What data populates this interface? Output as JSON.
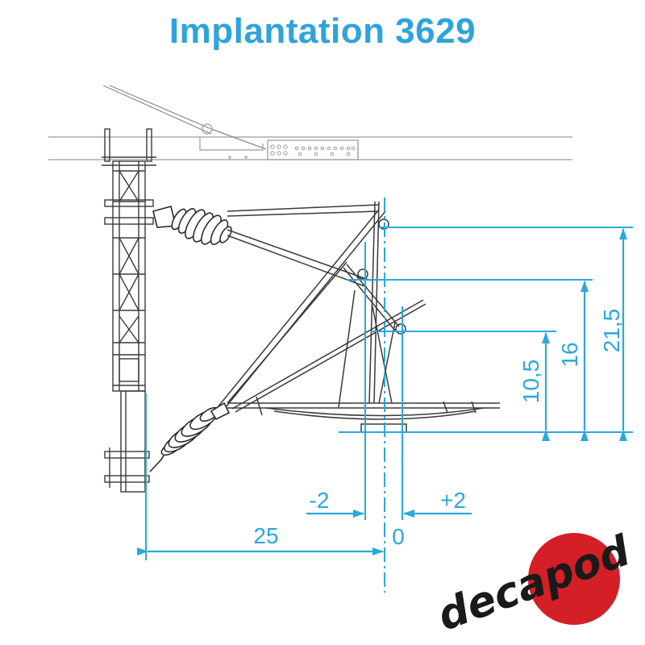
{
  "title": "Implantation 3629",
  "colors": {
    "title": "#2ea3dc",
    "dimension": "#29a8e0",
    "drawing": "#3a3a3a",
    "rail_line": "#9a9a9a",
    "logo_red": "#d41f26",
    "logo_text": "#1a1a1a"
  },
  "dimensions": {
    "vertical": [
      "10,5",
      "16",
      "21,5"
    ],
    "horizontal_offset_left": "25",
    "zero_mark": "0",
    "minus_offset": "-2",
    "plus_offset": "+2"
  },
  "logo": {
    "text": "decapod",
    "icon": "red-circle-logo"
  }
}
